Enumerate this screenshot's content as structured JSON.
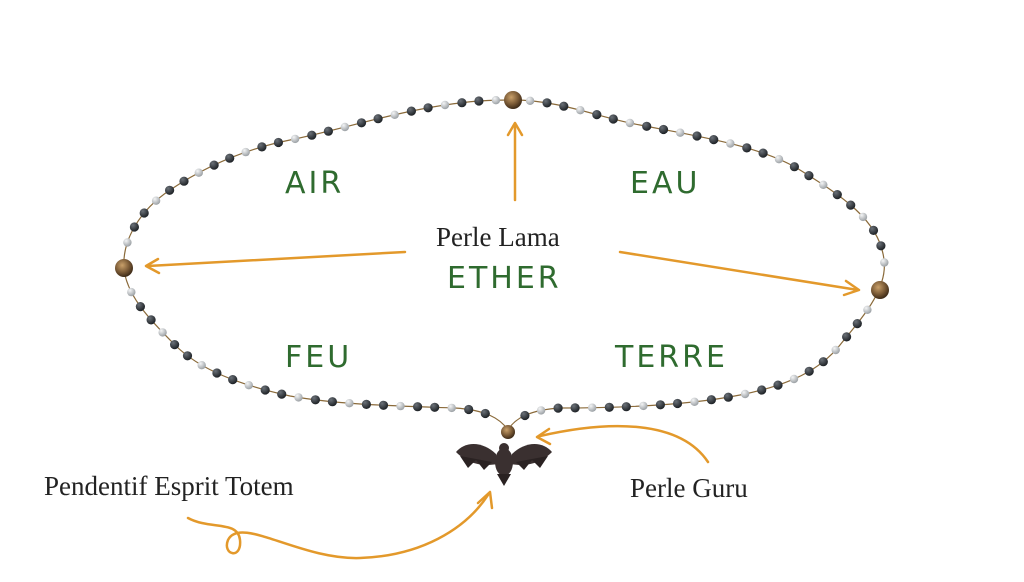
{
  "elements": {
    "air": "AIR",
    "eau": "EAU",
    "ether": "ETHER",
    "feu": "FEU",
    "terre": "TERRE"
  },
  "labels": {
    "perle_lama": "Perle Lama",
    "perle_guru": "Perle Guru",
    "pendentif": "Pendentif Esprit Totem"
  },
  "colors": {
    "element_text": "#2f6b2f",
    "caption_text": "#222222",
    "arrow": "#e3992b",
    "lama_bead": "#7a5a36",
    "dark_bead": "#2c3036",
    "light_bead": "#c9ccce",
    "string": "#8a6a3a",
    "pendant": "#3a3030"
  },
  "icons": {
    "pendant": "eagle-pendant-icon"
  }
}
